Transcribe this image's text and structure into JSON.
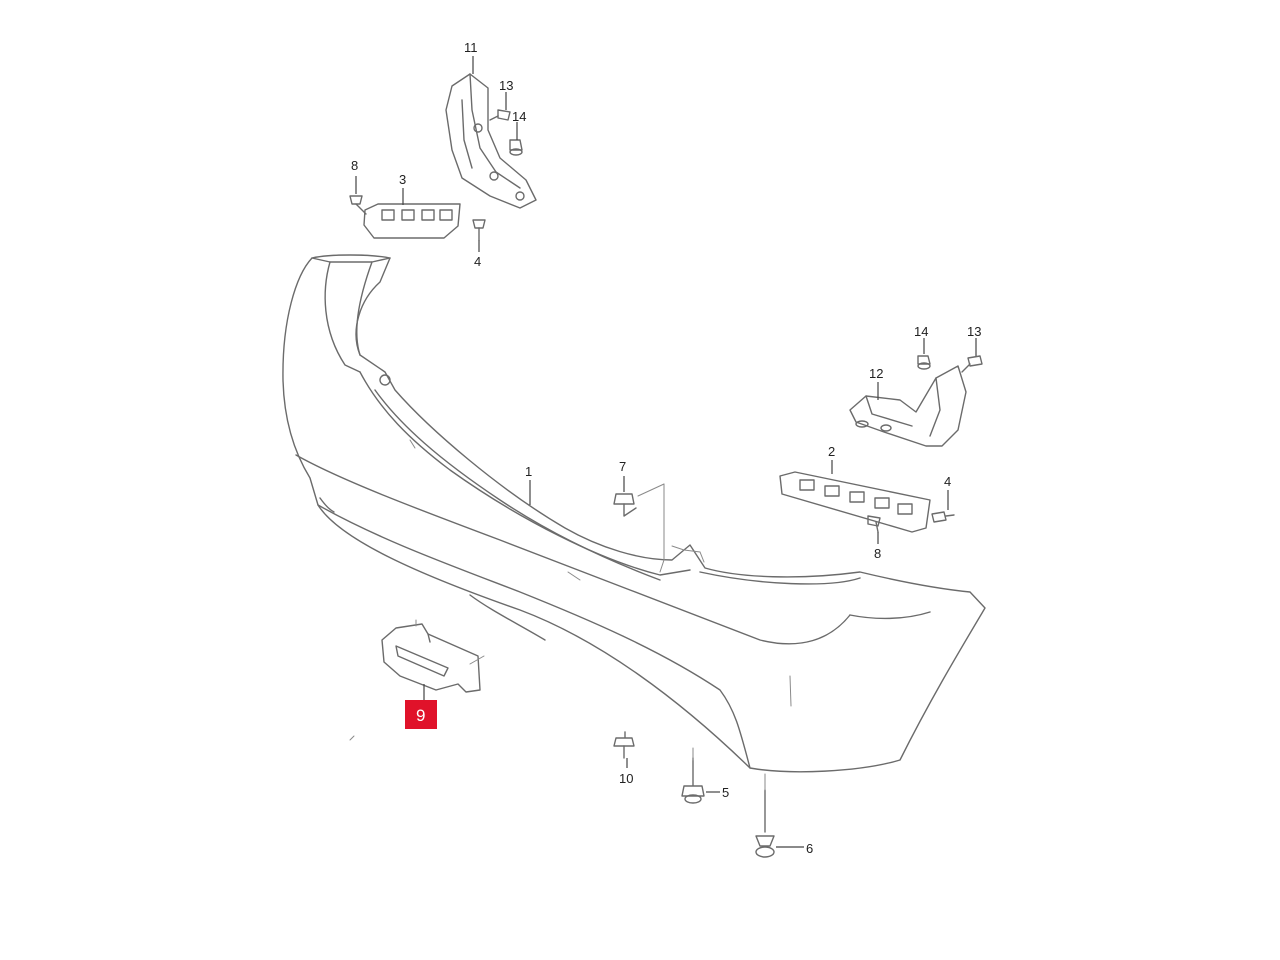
{
  "callouts": {
    "p1": "1",
    "p2": "2",
    "p3": "3",
    "p4_left": "4",
    "p4_right": "4",
    "p5": "5",
    "p6": "6",
    "p7": "7",
    "p8_left": "8",
    "p8_right": "8",
    "p9": "9",
    "p10": "10",
    "p11": "11",
    "p12": "12",
    "p13_left": "13",
    "p13_right": "13",
    "p14_left": "14",
    "p14_right": "14"
  },
  "highlight": {
    "part": "9",
    "color": "#e0122a"
  }
}
